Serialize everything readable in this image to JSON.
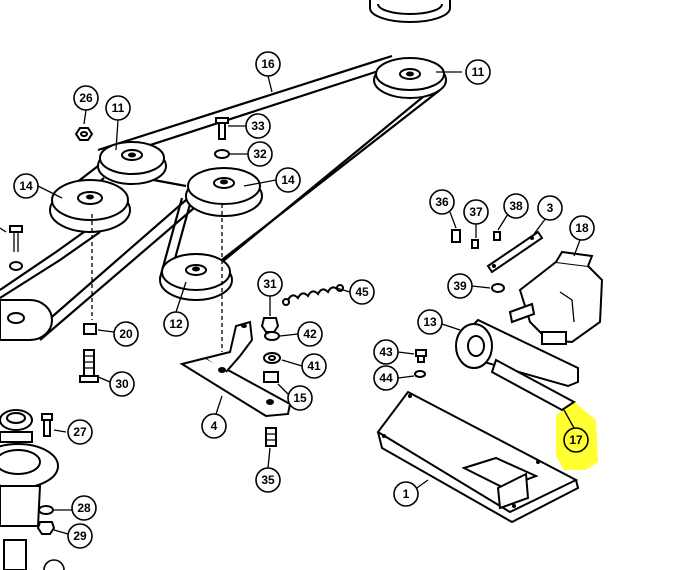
{
  "diagram": {
    "highlight_color": "#ffff33",
    "highlighted_callout": "17",
    "callouts": [
      {
        "id": "c16",
        "label": "16"
      },
      {
        "id": "c11a",
        "label": "11"
      },
      {
        "id": "c26",
        "label": "26"
      },
      {
        "id": "c11b",
        "label": "11"
      },
      {
        "id": "c33",
        "label": "33"
      },
      {
        "id": "c32",
        "label": "32"
      },
      {
        "id": "c14a",
        "label": "14"
      },
      {
        "id": "c14b",
        "label": "14"
      },
      {
        "id": "c36",
        "label": "36"
      },
      {
        "id": "c37",
        "label": "37"
      },
      {
        "id": "c38",
        "label": "38"
      },
      {
        "id": "c3",
        "label": "3"
      },
      {
        "id": "c18",
        "label": "18"
      },
      {
        "id": "c31",
        "label": "31"
      },
      {
        "id": "c45",
        "label": "45"
      },
      {
        "id": "c39",
        "label": "39"
      },
      {
        "id": "c12",
        "label": "12"
      },
      {
        "id": "c20",
        "label": "20"
      },
      {
        "id": "c42",
        "label": "42"
      },
      {
        "id": "c13",
        "label": "13"
      },
      {
        "id": "c41",
        "label": "41"
      },
      {
        "id": "c43",
        "label": "43"
      },
      {
        "id": "c30",
        "label": "30"
      },
      {
        "id": "c44",
        "label": "44"
      },
      {
        "id": "c15",
        "label": "15"
      },
      {
        "id": "c4",
        "label": "4"
      },
      {
        "id": "c27",
        "label": "27"
      },
      {
        "id": "c17",
        "label": "17"
      },
      {
        "id": "c35",
        "label": "35"
      },
      {
        "id": "c1",
        "label": "1"
      },
      {
        "id": "c28",
        "label": "28"
      },
      {
        "id": "c29",
        "label": "29"
      }
    ]
  }
}
